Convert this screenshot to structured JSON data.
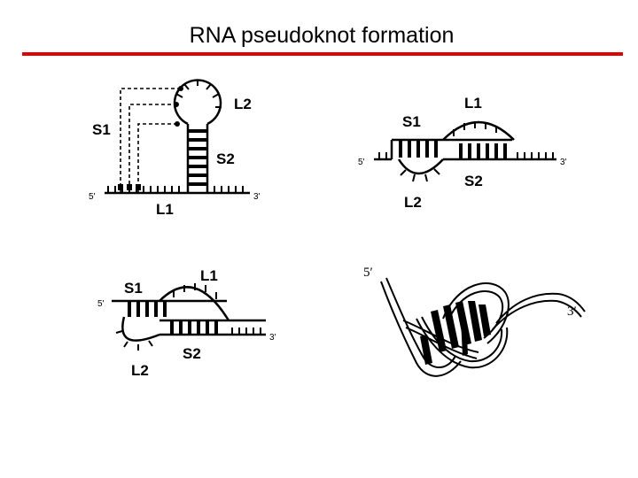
{
  "slide": {
    "title": "RNA pseudoknot formation",
    "title_rule_color": "#e00000"
  },
  "panel_a": {
    "stem1": "S1",
    "stem2": "S2",
    "loop1": "L1",
    "loop2": "L2",
    "five_prime": "5'",
    "three_prime": "3'"
  },
  "panel_b": {
    "stem1": "S1",
    "stem2": "S2",
    "loop1": "L1",
    "loop2": "L2",
    "five_prime": "5'",
    "three_prime": "3'"
  },
  "panel_c": {
    "stem1": "S1",
    "stem2": "S2",
    "loop1": "L1",
    "loop2": "L2",
    "five_prime": "5'",
    "three_prime": "3'"
  },
  "panel_d": {
    "five_prime": "5′",
    "three_prime": "3′"
  }
}
